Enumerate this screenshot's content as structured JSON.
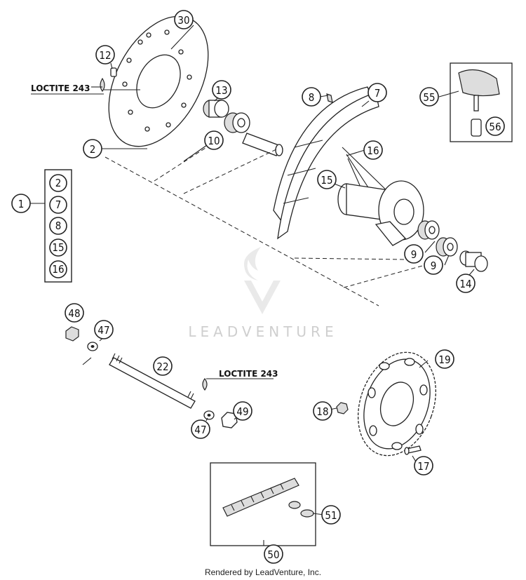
{
  "watermark": {
    "text": "LEADVENTURE",
    "color": "#cfcfcf"
  },
  "footer": {
    "text": "Rendered by LeadVenture, Inc."
  },
  "notes": {
    "loctite_1": "LOCTITE 243",
    "loctite_2": "LOCTITE 243"
  },
  "kit_box": {
    "items": [
      "2",
      "7",
      "8",
      "15",
      "16"
    ]
  },
  "callouts": {
    "c1": "1",
    "c2": "2",
    "c7": "7",
    "c8": "8",
    "c9a": "9",
    "c9b": "9",
    "c10": "10",
    "c12": "12",
    "c13": "13",
    "c14": "14",
    "c15": "15",
    "c16": "16",
    "c17": "17",
    "c18": "18",
    "c19": "19",
    "c22": "22",
    "c30": "30",
    "c47a": "47",
    "c47b": "47",
    "c48": "48",
    "c49": "49",
    "c50": "50",
    "c51": "51",
    "c55": "55",
    "c56": "56"
  }
}
